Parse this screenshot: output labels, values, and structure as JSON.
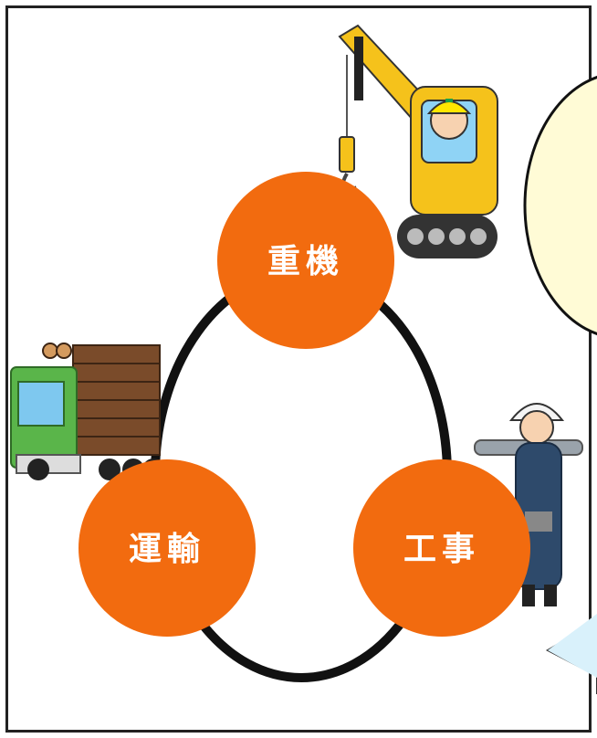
{
  "diagram": {
    "nodes": [
      {
        "id": "heavy-machinery",
        "label": "重機"
      },
      {
        "id": "transport",
        "label": "運輸"
      },
      {
        "id": "construction",
        "label": "工事"
      }
    ],
    "colors": {
      "node_fill": "#f26b0f",
      "cycle_stroke": "#111111",
      "bubble_fill": "#fffbd6",
      "callout_fill": "#d9f1fb",
      "truck_cab": "#5ab54a",
      "crane_body": "#f5c21b",
      "worker_suit": "#2e4a6b"
    },
    "icons": [
      "crane-excavator-with-worker",
      "logging-truck",
      "construction-worker-with-pipes"
    ]
  }
}
